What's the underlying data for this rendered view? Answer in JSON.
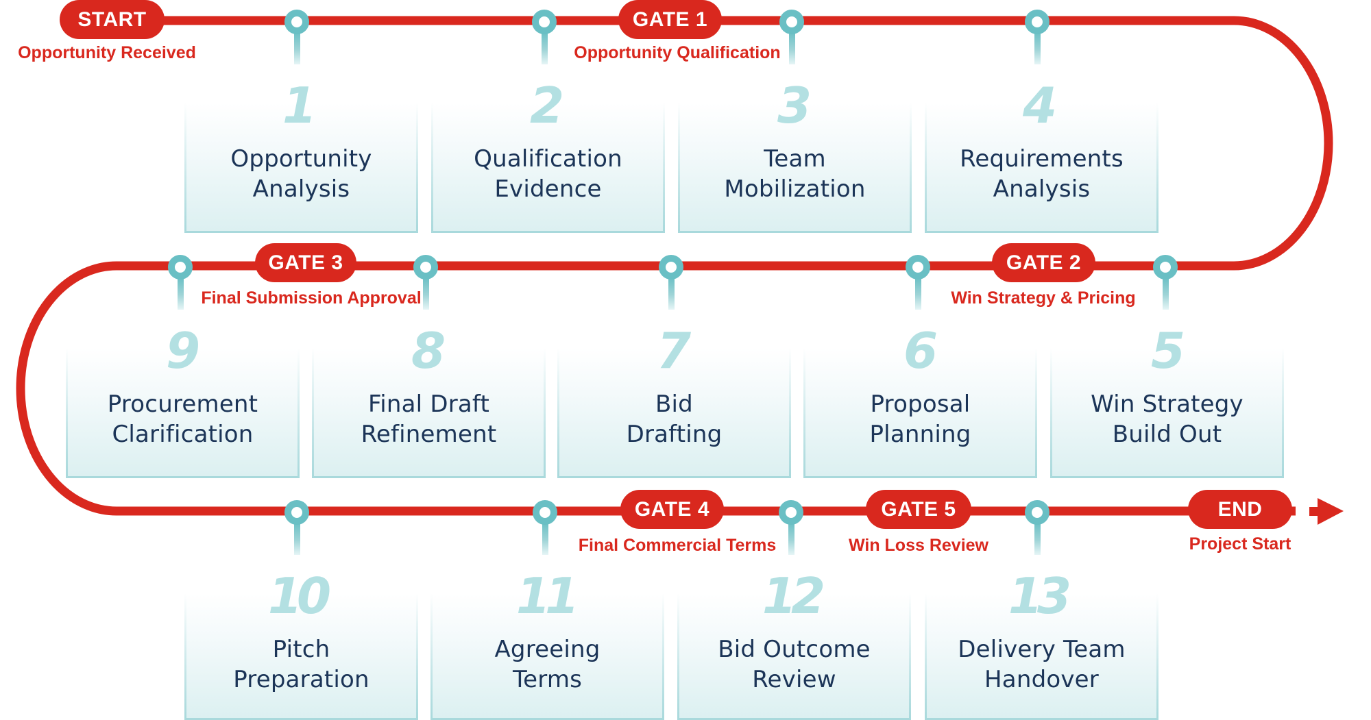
{
  "diagram": {
    "title": "Bid Process Roadmap",
    "colors": {
      "track": "#d9281e",
      "node": "#69bfc4",
      "number": "#b3e0e2",
      "step_text": "#1b3457",
      "gate_text": "#d9281e"
    },
    "start": {
      "label": "START",
      "subtitle": "Opportunity Received"
    },
    "end": {
      "label": "END",
      "subtitle": "Project Start"
    },
    "gates": [
      {
        "label": "GATE 1",
        "subtitle": "Opportunity Qualification"
      },
      {
        "label": "GATE 2",
        "subtitle": "Win Strategy & Pricing"
      },
      {
        "label": "GATE 3",
        "subtitle": "Final Submission Approval"
      },
      {
        "label": "GATE 4",
        "subtitle": "Final Commercial Terms"
      },
      {
        "label": "GATE 5",
        "subtitle": "Win Loss Review"
      }
    ],
    "steps": [
      {
        "number": "1",
        "line1": "Opportunity",
        "line2": "Analysis"
      },
      {
        "number": "2",
        "line1": "Qualification",
        "line2": "Evidence"
      },
      {
        "number": "3",
        "line1": "Team",
        "line2": "Mobilization"
      },
      {
        "number": "4",
        "line1": "Requirements",
        "line2": "Analysis"
      },
      {
        "number": "5",
        "line1": "Win Strategy",
        "line2": "Build Out"
      },
      {
        "number": "6",
        "line1": "Proposal",
        "line2": "Planning"
      },
      {
        "number": "7",
        "line1": "Bid",
        "line2": "Drafting"
      },
      {
        "number": "8",
        "line1": "Final Draft",
        "line2": "Refinement"
      },
      {
        "number": "9",
        "line1": "Procurement",
        "line2": "Clarification"
      },
      {
        "number": "10",
        "line1": "Pitch",
        "line2": "Preparation"
      },
      {
        "number": "11",
        "line1": "Agreeing",
        "line2": "Terms"
      },
      {
        "number": "12",
        "line1": "Bid Outcome",
        "line2": "Review"
      },
      {
        "number": "13",
        "line1": "Delivery Team",
        "line2": "Handover"
      }
    ]
  }
}
